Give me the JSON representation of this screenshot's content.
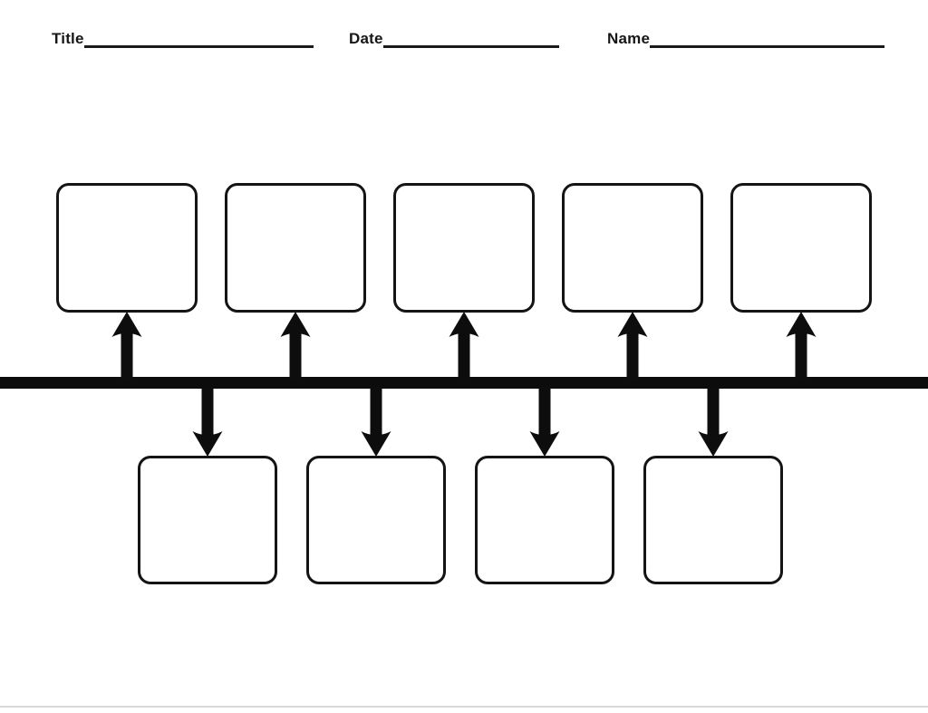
{
  "page": {
    "background_color": "#ffffff",
    "ink_color": "#0d0d0d",
    "divider_color": "#d9d9d9"
  },
  "header": {
    "fields": [
      {
        "label": "Title",
        "value": ""
      },
      {
        "label": "Date",
        "value": ""
      },
      {
        "label": "Name",
        "value": ""
      }
    ]
  },
  "timeline": {
    "type": "horizontal-timeline-organizer",
    "up_arrow_count": 5,
    "down_arrow_count": 4,
    "top_boxes": [
      {
        "value": ""
      },
      {
        "value": ""
      },
      {
        "value": ""
      },
      {
        "value": ""
      },
      {
        "value": ""
      }
    ],
    "bottom_boxes": [
      {
        "value": ""
      },
      {
        "value": ""
      },
      {
        "value": ""
      },
      {
        "value": ""
      }
    ]
  }
}
